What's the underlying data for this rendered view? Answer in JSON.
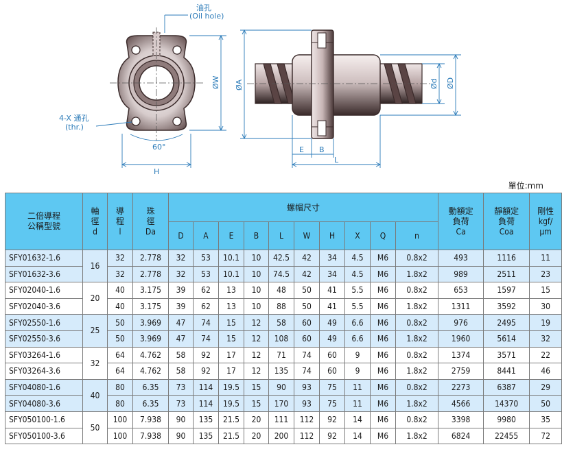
{
  "drawing": {
    "oil_hole_label": "油孔",
    "oil_hole_en": "(Oil hole)",
    "thru_hole_label": "4-X 通孔",
    "thru_hole_en": "(thr.)",
    "angle": "60°",
    "dim_w": "ØW",
    "dim_h": "H",
    "dim_a": "ØA",
    "dim_d_small": "Ød",
    "dim_d": "ØD",
    "dim_e": "E",
    "dim_b": "B",
    "dim_l": "L"
  },
  "unit_label": "單位:mm",
  "table": {
    "head_model_line1": "二倍導程",
    "head_model_line2": "公稱型號",
    "head_shaft": [
      "軸",
      "徑",
      "d"
    ],
    "head_lead": [
      "導",
      "程",
      "l"
    ],
    "head_ball": [
      "珠",
      "徑",
      "Da"
    ],
    "head_nut": "螺帽尺寸",
    "head_dyn": [
      "動額定",
      "負荷",
      "Ca"
    ],
    "head_sta": [
      "靜額定",
      "負荷",
      "Coa"
    ],
    "head_rig": [
      "剛性",
      "kgf/",
      "μm"
    ],
    "sub_cols": [
      "D",
      "A",
      "E",
      "B",
      "L",
      "W",
      "H",
      "X",
      "Q",
      "n"
    ],
    "shaft_values": [
      "16",
      "20",
      "25",
      "32",
      "40",
      "50"
    ],
    "rows": [
      [
        "SFY01632-1.6",
        "32",
        "2.778",
        "32",
        "53",
        "10.1",
        "10",
        "42.5",
        "42",
        "34",
        "4.5",
        "M6",
        "0.8x2",
        "493",
        "1116",
        "11"
      ],
      [
        "SFY01632-3.6",
        "32",
        "2.778",
        "32",
        "53",
        "10.1",
        "10",
        "74.5",
        "42",
        "34",
        "4.5",
        "M6",
        "1.8x2",
        "989",
        "2511",
        "23"
      ],
      [
        "SFY02040-1.6",
        "40",
        "3.175",
        "39",
        "62",
        "13",
        "10",
        "48",
        "50",
        "41",
        "5.5",
        "M6",
        "0.8x2",
        "653",
        "1597",
        "15"
      ],
      [
        "SFY02040-3.6",
        "40",
        "3.175",
        "39",
        "62",
        "13",
        "10",
        "88",
        "50",
        "41",
        "5.5",
        "M6",
        "1.8x2",
        "1311",
        "3592",
        "30"
      ],
      [
        "SFY02550-1.6",
        "50",
        "3.969",
        "47",
        "74",
        "15",
        "12",
        "58",
        "60",
        "49",
        "6.6",
        "M6",
        "0.8x2",
        "976",
        "2495",
        "19"
      ],
      [
        "SFY02550-3.6",
        "50",
        "3.969",
        "47",
        "74",
        "15",
        "12",
        "108",
        "60",
        "49",
        "6.6",
        "M6",
        "1.8x2",
        "1960",
        "5614",
        "32"
      ],
      [
        "SFY03264-1.6",
        "64",
        "4.762",
        "58",
        "92",
        "17",
        "12",
        "71",
        "74",
        "60",
        "9",
        "M6",
        "0.8x2",
        "1374",
        "3571",
        "22"
      ],
      [
        "SFY03264-3.6",
        "64",
        "4.762",
        "58",
        "92",
        "17",
        "12",
        "135",
        "74",
        "60",
        "9",
        "M6",
        "1.8x2",
        "2759",
        "8441",
        "46"
      ],
      [
        "SFY04080-1.6",
        "80",
        "6.35",
        "73",
        "114",
        "19.5",
        "15",
        "90",
        "93",
        "75",
        "11",
        "M6",
        "0.8x2",
        "2273",
        "6387",
        "29"
      ],
      [
        "SFY04080-3.6",
        "80",
        "6.35",
        "73",
        "114",
        "19.5",
        "15",
        "170",
        "93",
        "75",
        "11",
        "M6",
        "1.8x2",
        "4566",
        "14370",
        "50"
      ],
      [
        "SFY050100-1.6",
        "100",
        "7.938",
        "90",
        "135",
        "21.5",
        "20",
        "111",
        "112",
        "92",
        "14",
        "M6",
        "0.8x2",
        "3398",
        "9980",
        "35"
      ],
      [
        "SFY050100-3.6",
        "100",
        "7.938",
        "90",
        "135",
        "21.5",
        "20",
        "200",
        "112",
        "92",
        "14",
        "M6",
        "1.8x2",
        "6824",
        "22455",
        "72"
      ]
    ],
    "highlight_rows": [
      0,
      1,
      4,
      5,
      8,
      9
    ]
  }
}
